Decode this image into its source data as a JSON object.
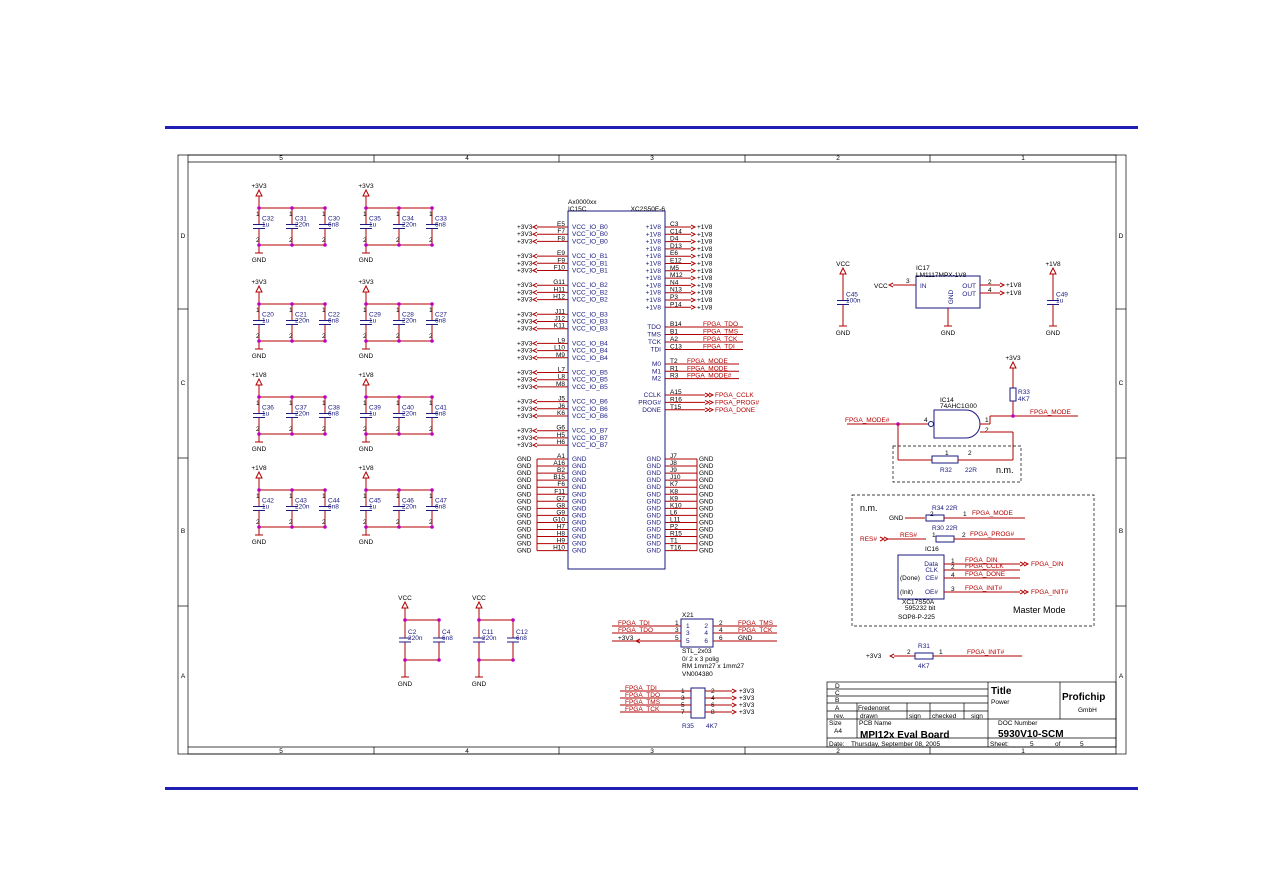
{
  "cols": [
    "5",
    "4",
    "3",
    "2",
    "1"
  ],
  "rows": [
    "D",
    "C",
    "B",
    "A"
  ],
  "decoupling": [
    {
      "rail": "+3V3",
      "gnd": "GND",
      "caps": [
        {
          "ref": "C32",
          "val": "1u"
        },
        {
          "ref": "C31",
          "val": "220n"
        },
        {
          "ref": "C30",
          "val": "6n8"
        }
      ]
    },
    {
      "rail": "+3V3",
      "gnd": "GND",
      "caps": [
        {
          "ref": "C35",
          "val": "1u"
        },
        {
          "ref": "C34",
          "val": "220n"
        },
        {
          "ref": "C33",
          "val": "6n8"
        }
      ]
    },
    {
      "rail": "+3V3",
      "gnd": "GND",
      "caps": [
        {
          "ref": "C20",
          "val": "1u"
        },
        {
          "ref": "C21",
          "val": "220n"
        },
        {
          "ref": "C22",
          "val": "6n8"
        }
      ]
    },
    {
      "rail": "+3V3",
      "gnd": "GND",
      "caps": [
        {
          "ref": "C29",
          "val": "1u"
        },
        {
          "ref": "C28",
          "val": "220n"
        },
        {
          "ref": "C27",
          "val": "6n8"
        }
      ]
    },
    {
      "rail": "+1V8",
      "gnd": "GND",
      "caps": [
        {
          "ref": "C36",
          "val": "1u"
        },
        {
          "ref": "C37",
          "val": "220n"
        },
        {
          "ref": "C38",
          "val": "6n8"
        }
      ]
    },
    {
      "rail": "+1V8",
      "gnd": "GND",
      "caps": [
        {
          "ref": "C39",
          "val": "1u"
        },
        {
          "ref": "C40",
          "val": "220n"
        },
        {
          "ref": "C41",
          "val": "6n8"
        }
      ]
    },
    {
      "rail": "+1V8",
      "gnd": "GND",
      "caps": [
        {
          "ref": "C42",
          "val": "1u"
        },
        {
          "ref": "C43",
          "val": "220n"
        },
        {
          "ref": "C44",
          "val": "6n8"
        }
      ]
    },
    {
      "rail": "+1V8",
      "gnd": "GND",
      "caps": [
        {
          "ref": "C45",
          "val": "1u"
        },
        {
          "ref": "C46",
          "val": "220n"
        },
        {
          "ref": "C47",
          "val": "6n8"
        }
      ]
    }
  ],
  "fpga": {
    "title": "Ax0000xx",
    "ref": "IC15C",
    "part": "XC2S50E-6",
    "left_groups": [
      {
        "pins": [
          "E5",
          "F7",
          "F8"
        ],
        "names": [
          "VCC_IO_B0",
          "VCC_IO_B0",
          "VCC_IO_B0"
        ]
      },
      {
        "pins": [
          "E9",
          "F9",
          "F10"
        ],
        "names": [
          "VCC_IO_B1",
          "VCC_IO_B1",
          "VCC_IO_B1"
        ]
      },
      {
        "pins": [
          "G11",
          "H11",
          "H12"
        ],
        "names": [
          "VCC_IO_B2",
          "VCC_IO_B2",
          "VCC_IO_B2"
        ]
      },
      {
        "pins": [
          "J11",
          "J12",
          "K11"
        ],
        "names": [
          "VCC_IO_B3",
          "VCC_IO_B3",
          "VCC_IO_B3"
        ]
      },
      {
        "pins": [
          "L9",
          "L10",
          "M9"
        ],
        "names": [
          "VCC_IO_B4",
          "VCC_IO_B4",
          "VCC_IO_B4"
        ]
      },
      {
        "pins": [
          "L7",
          "L8",
          "M8"
        ],
        "names": [
          "VCC_IO_B5",
          "VCC_IO_B5",
          "VCC_IO_B5"
        ]
      },
      {
        "pins": [
          "J5",
          "J6",
          "K6"
        ],
        "names": [
          "VCC_IO_B6",
          "VCC_IO_B6",
          "VCC_IO_B6"
        ]
      },
      {
        "pins": [
          "G6",
          "H5",
          "H6"
        ],
        "names": [
          "VCC_IO_B7",
          "VCC_IO_B7",
          "VCC_IO_B7"
        ]
      }
    ],
    "left_net": "+3V3",
    "right_vccint_pins": [
      "C3",
      "C14",
      "D4",
      "D13",
      "E6",
      "E12",
      "M5",
      "M12",
      "N4",
      "N13",
      "P3",
      "P14"
    ],
    "right_vccint_name": "+1V8",
    "jtag": [
      {
        "name": "TDO",
        "pin": "B14",
        "net": "FPGA_TDO"
      },
      {
        "name": "TMS",
        "pin": "B1",
        "net": "FPGA_TMS"
      },
      {
        "name": "TCK",
        "pin": "A2",
        "net": "FPGA_TCK"
      },
      {
        "name": "TDI",
        "pin": "C13",
        "net": "FPGA_TDI"
      }
    ],
    "mode": [
      {
        "name": "M0",
        "pin": "T2",
        "net": "FPGA_MODE"
      },
      {
        "name": "M1",
        "pin": "R1",
        "net": "FPGA_MODE"
      },
      {
        "name": "M2",
        "pin": "R3",
        "net": "FPGA_MODE#"
      }
    ],
    "config": [
      {
        "name": "CCLK",
        "pin": "A15",
        "net": "FPGA_CCLK"
      },
      {
        "name": "PROG#",
        "pin": "R16",
        "net": "FPGA_PROG#"
      },
      {
        "name": "DONE",
        "pin": "T15",
        "net": "FPGA_DONE"
      }
    ],
    "gnd_left": [
      "A1",
      "A16",
      "B2",
      "B15",
      "F6",
      "F11",
      "G7",
      "G8",
      "G9",
      "G10",
      "H7",
      "H8",
      "H9",
      "H10"
    ],
    "gnd_right": [
      "J7",
      "J8",
      "J9",
      "J10",
      "K7",
      "K8",
      "K9",
      "K10",
      "L6",
      "L11",
      "P2",
      "R15",
      "T1",
      "T16"
    ],
    "gnd_name": "GND"
  },
  "regulator": {
    "ref": "IC17",
    "part": "LM1117MPX-1V8",
    "in_label": "IN",
    "out_label": "OUT",
    "gnd_label": "GND",
    "in_net": "VCC",
    "in_pin": "3",
    "out_pins": [
      "2",
      "4"
    ],
    "out_net": "+1V8",
    "gnd_net": "GND",
    "cin": {
      "ref": "C45",
      "val": "100n",
      "net": "VCC"
    },
    "cout": {
      "ref": "C49",
      "val": "1u",
      "net": "+1V8"
    }
  },
  "mode_logic": {
    "ic": "IC14",
    "part": "74AHC1G00",
    "in_net": "FPGA_MODE#",
    "out_net": "FPGA_MODE",
    "pins": [
      "4",
      "2",
      "1"
    ],
    "pullup": {
      "ref": "R33",
      "val": "4K7",
      "net": "+3V3"
    },
    "r32": {
      "ref": "R32",
      "val": "22R",
      "pins": [
        "1",
        "2"
      ]
    },
    "nm": "n.m."
  },
  "master": {
    "nm": "n.m.",
    "r34": {
      "ref": "R34",
      "val": "22R",
      "gnd": "GND",
      "net": "FPGA_MODE",
      "pins": [
        "2",
        "1"
      ]
    },
    "r30": {
      "ref": "R30",
      "val": "22R",
      "net_in": "RES#",
      "net_in2": "RES#",
      "net_out": "FPGA_PROG#",
      "pins": [
        "1",
        "2"
      ]
    },
    "prom": {
      "ref": "IC16",
      "part": "XC17S50A",
      "bits": "595232 bit",
      "pkg": "SOP8-P-225",
      "pins": [
        {
          "name": "Data",
          "num": "1",
          "net": "FPGA_DIN"
        },
        {
          "name": "CLK",
          "num": "2",
          "net": "FPGA_CCLK"
        },
        {
          "name": "CE#",
          "num": "4",
          "net": "FPGA_DONE",
          "note": "(Done)"
        },
        {
          "name": "OE#",
          "num": "3",
          "net": "FPGA_INIT#",
          "note": "(Init)"
        }
      ],
      "out_din": "FPGA_DIN",
      "out_init": "FPGA_INIT#"
    },
    "label": "Master Mode"
  },
  "bottom_caps": [
    {
      "net": "VCC",
      "gnd": "GND",
      "caps": [
        {
          "ref": "C2",
          "val": "220n"
        },
        {
          "ref": "C4",
          "val": "6n8"
        }
      ]
    },
    {
      "net": "VCC",
      "gnd": "GND",
      "caps": [
        {
          "ref": "C11",
          "val": "220n"
        },
        {
          "ref": "C12",
          "val": "6n8"
        }
      ]
    }
  ],
  "header": {
    "ref": "X21",
    "part": "STL_2x03",
    "desc1": "0/     2 x 3 polig",
    "desc2": "RM 1mm27 x 1mm27",
    "desc3": "VN004380",
    "left": [
      {
        "net": "FPGA_TDI",
        "pin": "1"
      },
      {
        "net": "FPGA_TDO",
        "pin": "3"
      },
      {
        "net": "+3V3",
        "pin": "5"
      }
    ],
    "right": [
      {
        "net": "FPGA_TMS",
        "pin": "2"
      },
      {
        "net": "FPGA_TCK",
        "pin": "4"
      },
      {
        "net": "GND",
        "pin": "6"
      }
    ]
  },
  "rpack": {
    "ref": "R35",
    "val": "4K7",
    "net": "+3V3",
    "rows": [
      {
        "net": "FPGA_TDI",
        "l": "1",
        "r": "2"
      },
      {
        "net": "FPGA_TDO",
        "l": "3",
        "r": "4"
      },
      {
        "net": "FPGA_TMS",
        "l": "5",
        "r": "6"
      },
      {
        "net": "FPGA_TCK",
        "l": "7",
        "r": "8"
      }
    ]
  },
  "r31": {
    "ref": "R31",
    "val": "4K7",
    "net_in": "+3V3",
    "net_out": "FPGA_INIT#",
    "pins": [
      "2",
      "1"
    ]
  },
  "titleblock": {
    "rev_rows": [
      "D",
      "C",
      "B",
      "A"
    ],
    "fredenoret": "Fredenoret",
    "col_rev": "rev.",
    "col_drawn": "drawn",
    "col_sign": "sign",
    "col_checked": "checked",
    "col_sign2": "sign",
    "title_label": "Title",
    "title": "Power",
    "company": "Profichip",
    "company2": "GmbH",
    "size_label": "Size",
    "size": "A4",
    "pcb_label": "PCB Name",
    "pcb": "MPI12x Eval Board",
    "doc_label": "DOC Number",
    "doc": "5930V10-SCM",
    "date_label": "Date:",
    "date": "Thursday, September 08, 2005",
    "sheet_label": "Sheet:",
    "sheet": "5",
    "of_label": "of",
    "of": "5"
  }
}
